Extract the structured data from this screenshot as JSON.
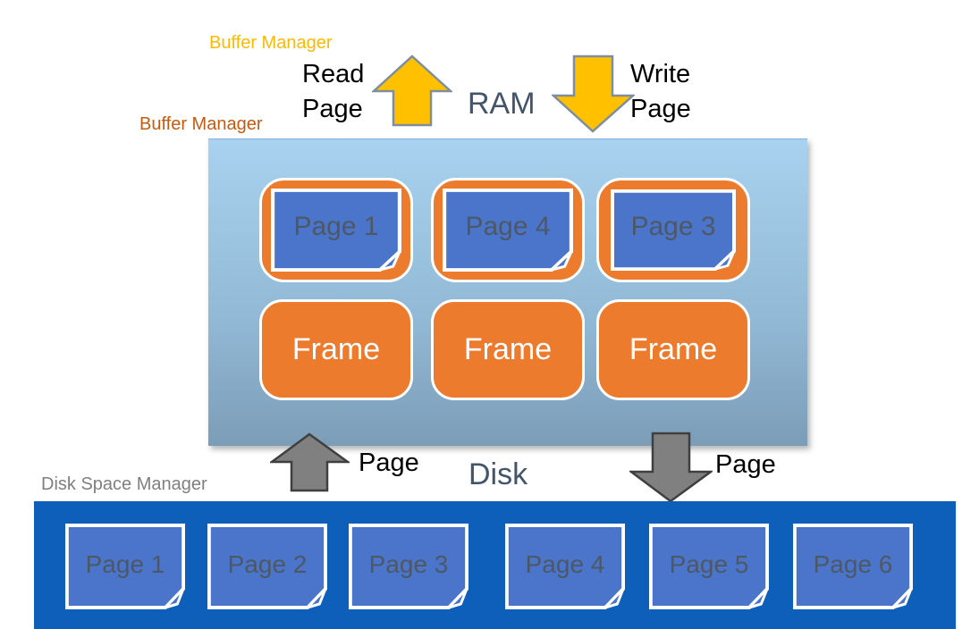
{
  "colors": {
    "gold_label": "#FFB900",
    "gold_arrow": "#FFC000",
    "gold_arrow_stroke": "#7E8DA0",
    "orange_label": "#C55A11",
    "orange_frame": "#EC7B2D",
    "ram_grad_top": "#A8D2EF",
    "ram_grad_bottom": "#7C9DB8",
    "slate_text": "#44546A",
    "gray_label": "#7F7F7F",
    "gray_arrow": "#808080",
    "gray_arrow_stroke": "#3F3F3F",
    "page_blue": "#4A75CB",
    "disk_bar_blue": "#0D5FBA",
    "page_text": "#4E5864"
  },
  "top": {
    "buffer_manager_label": "Buffer Manager",
    "read_line1": "Read",
    "read_line2": "Page",
    "ram_label": "RAM",
    "write_line1": "Write",
    "write_line2": "Page"
  },
  "ram": {
    "buffer_manager_label": "Buffer Manager",
    "slots": [
      {
        "page": "Page 1",
        "frame": "Frame"
      },
      {
        "page": "Page 4",
        "frame": "Frame"
      },
      {
        "page": "Page 3",
        "frame": "Frame"
      }
    ]
  },
  "transfer": {
    "page_in_label": "Page",
    "disk_label": "Disk",
    "page_out_label": "Page"
  },
  "disk": {
    "manager_label": "Disk Space Manager",
    "pages": [
      "Page 1",
      "Page 2",
      "Page 3",
      "Page 4",
      "Page 5",
      "Page 6"
    ]
  }
}
